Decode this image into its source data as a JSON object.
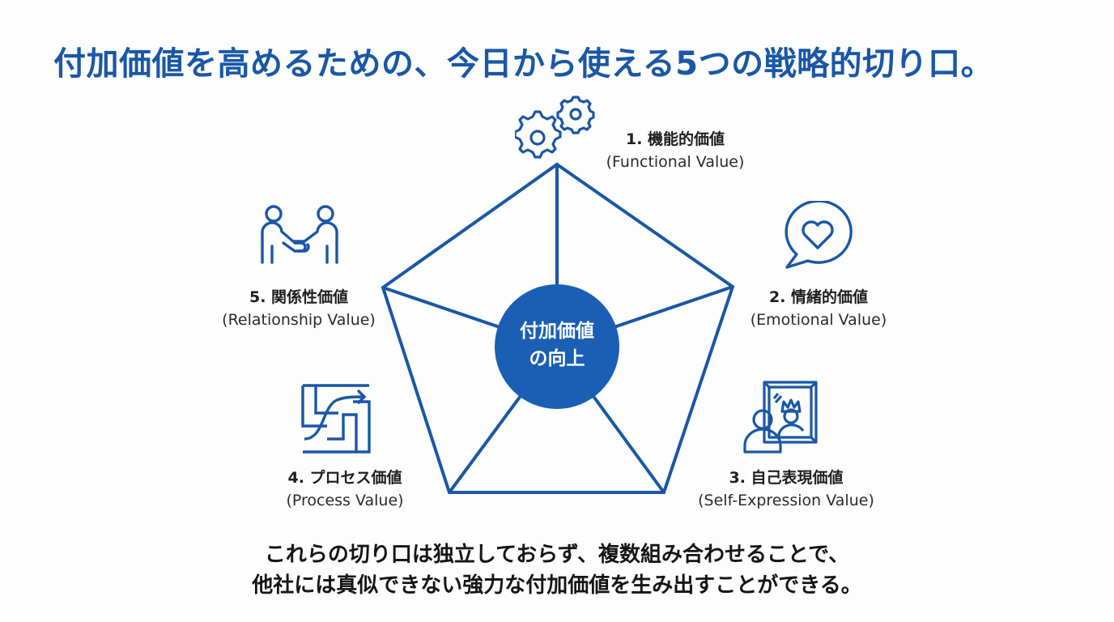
{
  "title": "付加価値を高めるための、今日から使える5つの戦略的切り口。",
  "center": {
    "line1": "付加価値",
    "line2": "の向上"
  },
  "strategies": [
    {
      "number_label": "1. 機能的価値",
      "english": "(Functional Value)",
      "icon": "gears-icon"
    },
    {
      "number_label": "2. 情緒的価値",
      "english": "(Emotional Value)",
      "icon": "heart-speech-bubble-icon"
    },
    {
      "number_label": "3. 自己表現価値",
      "english": "(Self-Expression Value)",
      "icon": "mirror-crown-person-icon"
    },
    {
      "number_label": "4. プロセス価値",
      "english": "(Process Value)",
      "icon": "maze-path-arrow-icon"
    },
    {
      "number_label": "5. 関係性価値",
      "english": "(Relationship Value)",
      "icon": "handshake-icon"
    }
  ],
  "footer": {
    "line1": "これらの切り口は独立しておらず、複数組み合わせることで、",
    "line2": "他社には真似できない強力な付加価値を生み出すことができる。"
  },
  "colors": {
    "accent": "#1a57a6",
    "circle_fill": "#1a5fb4",
    "text_dark": "#1e1e1e",
    "background": "#fdfdfd"
  }
}
